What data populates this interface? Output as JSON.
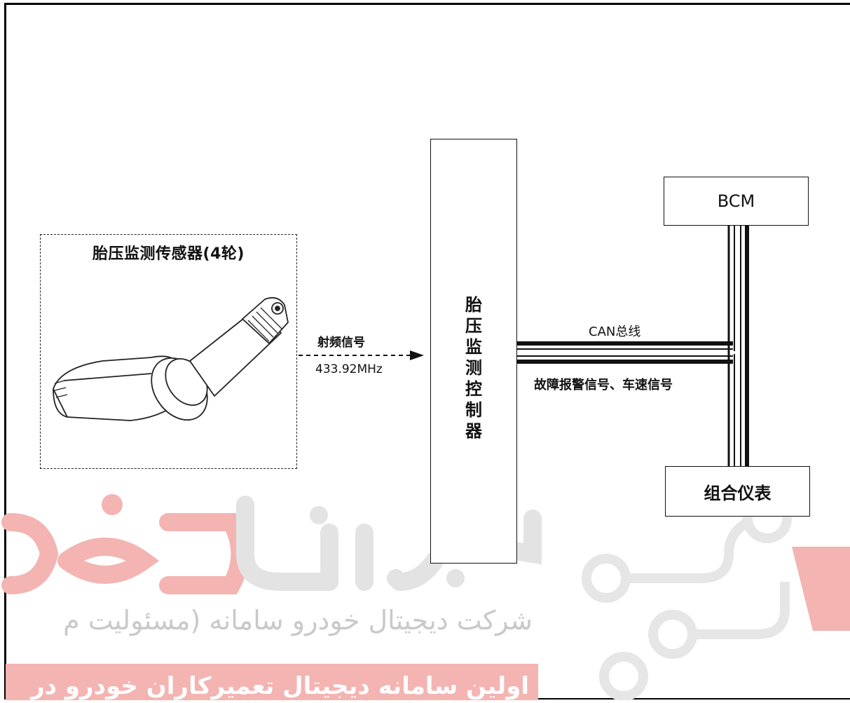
{
  "diagram": {
    "sensor": {
      "title": "胎压监测传感器(4轮)",
      "image_icon": "tire-pressure-sensor-illustration"
    },
    "rf_link": {
      "label": "射频信号",
      "frequency": "433.92MHz"
    },
    "controller": {
      "label": "胎压监测控制器"
    },
    "bcm": {
      "label": "BCM"
    },
    "cluster": {
      "label": "组合仪表"
    },
    "can_bus": {
      "label": "CAN总线"
    },
    "fault_line": {
      "label": "故障报警信号、车速信号"
    }
  },
  "watermark": {
    "logo_text_red": "خود",
    "logo_text_gray": "دیجیتال",
    "company_line": "شرکت دیجیتال خودرو سامانه (مسئولیت م",
    "banner_line": "اولین سامانه دیجیتال تعمیرکاران خودرو در",
    "colors": {
      "red": "#e8423f",
      "gray": "#c8c8c8",
      "banner": "#e8423f"
    }
  }
}
